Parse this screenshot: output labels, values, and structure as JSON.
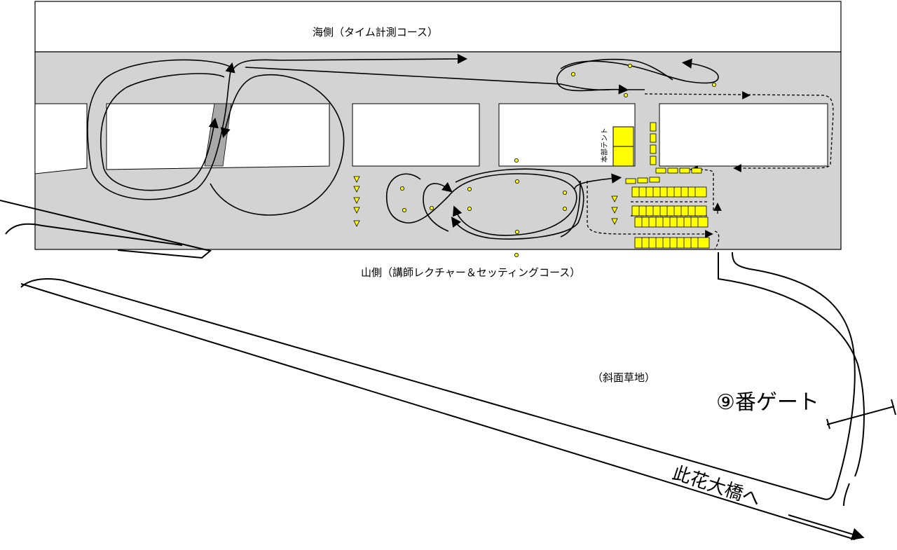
{
  "labels": {
    "sea_side": "海側（タイム計測コース）",
    "mountain_side": "山側（講師レクチャー＆セッティングコース）",
    "slope_grass": "（斜面草地）",
    "gate": "⑨番ゲート",
    "to_bridge": "此花大橋へ",
    "hq_tent": "本部テント"
  },
  "colors": {
    "background": "#ffffff",
    "paved_area": "#d3d3d3",
    "building": "#ffffff",
    "outline": "#000000",
    "marker_yellow": "#ffff00",
    "cone_yellow": "#ffff00"
  },
  "legend_items": {
    "course_line": "solid-arrow-course",
    "walk_route": "dashed-route",
    "pylon": "yellow-circle-marker",
    "cone": "yellow-triangle-marker",
    "parking": "yellow-rectangle-slot"
  }
}
